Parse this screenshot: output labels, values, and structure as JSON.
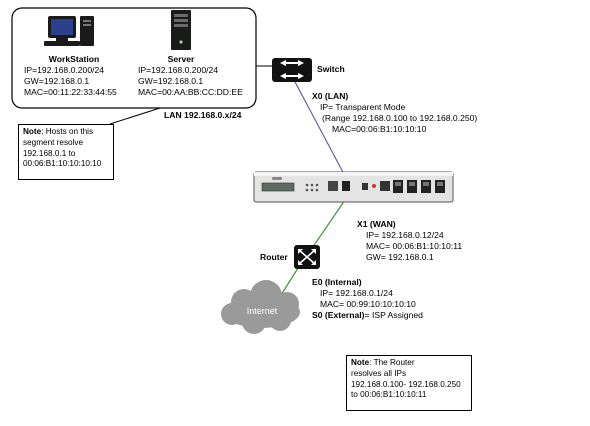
{
  "lan_box": {
    "workstation": {
      "name": "WorkStation",
      "ip": "IP=192.168.0.200/24",
      "gw": "GW=192.168.0.1",
      "mac": "MAC=00:11:22:33:44:55"
    },
    "server": {
      "name": "Server",
      "ip": "IP=192.168.0.200/24",
      "gw": "GW=192.168.0.1",
      "mac": "MAC=00:AA:BB:CC:DD:EE"
    },
    "segment_label": "LAN 192.168.0.x/24"
  },
  "lan_note": {
    "label": "Note",
    "line1": ": Hosts on this",
    "line2": "segment resolve",
    "line3": "192.168.0.1 to",
    "line4": "00:06:B1:10:10:10:10"
  },
  "switch": {
    "label": "Switch"
  },
  "x0": {
    "title": "X0 (LAN)",
    "ip": "IP= Transparent Mode",
    "range": "(Range 192.168.0.100 to 192.168.0.250)",
    "mac": "MAC=00:06:B1:10:10:10"
  },
  "appliance": {
    "display_text": "",
    "label_right": ""
  },
  "x1": {
    "title": "X1 (WAN)",
    "ip": "IP= 192.168.0.12/24",
    "mac": "MAC= 00:06:B1:10:10:11",
    "gw": "GW= 192.168.0.1"
  },
  "router": {
    "label": "Router",
    "e0_title": "E0 (Internal)",
    "e0_ip": "IP= 192.168.0.1/24",
    "e0_mac": "MAC= 00:99:10:10:10:10",
    "s0_title": "S0 (External)",
    "s0_value": "= ISP Assigned"
  },
  "cloud": {
    "label": "Internet"
  },
  "router_note": {
    "label": "Note",
    "line1": ": The Router",
    "line2": "resolves all IPs",
    "line3": "192.168.0.100- 192.168.0.250",
    "line4": "to 00:06:B1:10:10:11"
  },
  "colors": {
    "lan_link": "#4a4aa0",
    "wan_link": "#3a9a3a",
    "cloud": "#9a9a9a",
    "device": "#111111"
  }
}
